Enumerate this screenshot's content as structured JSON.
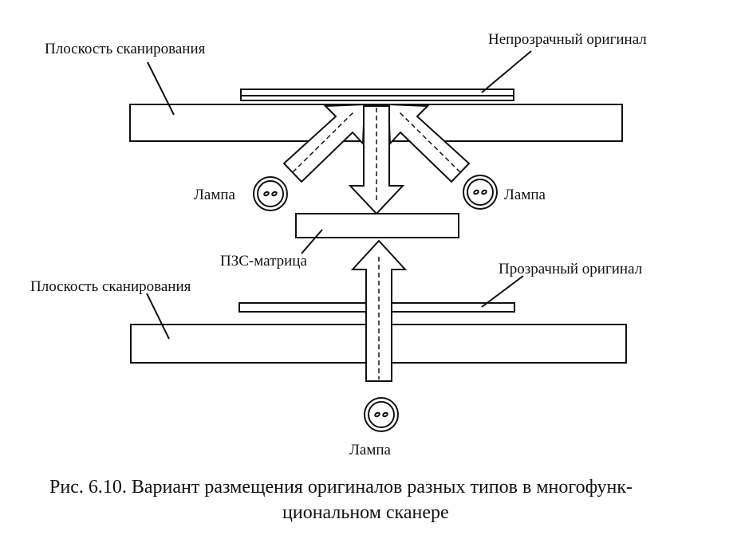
{
  "labels": {
    "scan_plane_top": "Плоскость сканирования",
    "opaque_original": "Непрозрачный оригинал",
    "lamp_left": "Лампа",
    "lamp_right": "Лампа",
    "ccd_matrix": "ПЗС-матрица",
    "transparent_original": "Прозрачный оригинал",
    "scan_plane_bottom": "Плоскость сканирования",
    "lamp_bottom": "Лампа"
  },
  "caption": {
    "line1": "Рис. 6.10. Вариант размещения оригиналов разных типов в многофунк-",
    "line2": "циональном  сканере"
  }
}
